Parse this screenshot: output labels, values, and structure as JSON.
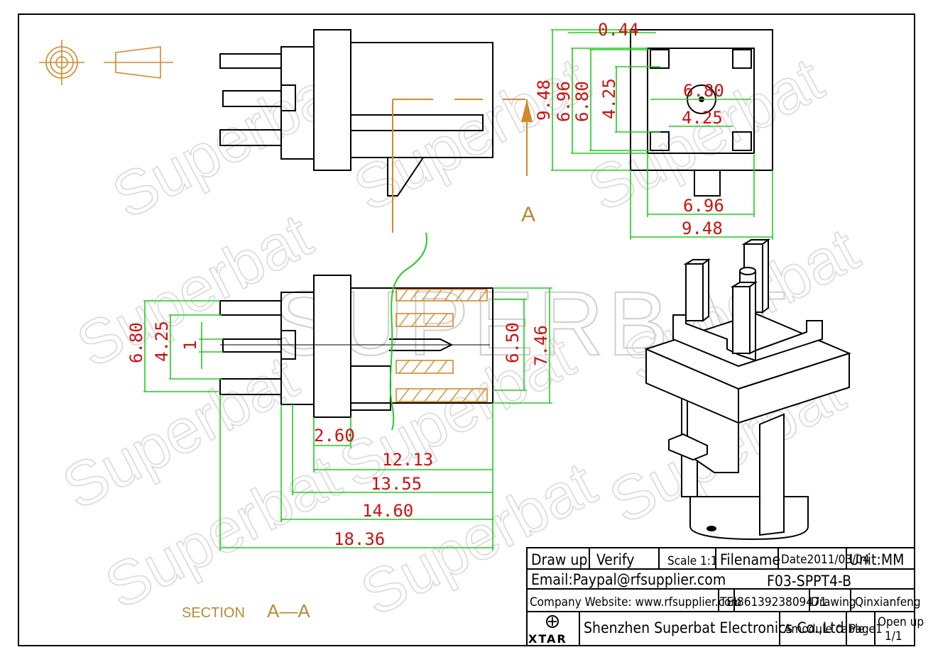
{
  "watermark": {
    "brand_large": "SUPERBAT",
    "brand_small": "Superbat"
  },
  "section_label": {
    "prefix": "SECTION",
    "name": "A—A"
  },
  "view_marker": "A",
  "dimensions": {
    "front_top": "0.44",
    "front_height_outer": "9.48",
    "front_height_696": "6.96",
    "front_height_680": "6.80",
    "front_height_425": "4.25",
    "front_inner_680": "6.80",
    "front_inner_425": "4.25",
    "front_bottom_696": "6.96",
    "front_bottom_948": "9.48",
    "section_left_680": "6.80",
    "section_left_425": "4.25",
    "section_left_1": "1",
    "section_right_650": "6.50",
    "section_right_746": "7.46",
    "section_260": "2.60",
    "section_1213": "12.13",
    "section_1355": "13.55",
    "section_1460": "14.60",
    "section_1836": "18.36"
  },
  "title_block": {
    "draw_up": "Draw up",
    "verify": "Verify",
    "scale": "Scale 1:1",
    "filename_label": "Filename",
    "date": "Date2011/03/04",
    "unit": "Unit:MM",
    "email": "Email:Paypal@rfsupplier.com",
    "part_number": "F03-SPPT4-B",
    "website": "Company Website:  www.rfsupplier.com",
    "tel_label": "TEL",
    "tel": "8613923809471",
    "drawing_label": "Drawing",
    "drawer": "Qinxianfeng",
    "logo_text": "XTAR",
    "company": "Shenzhen Superbat Electronics Co.,Ltd",
    "product": "Amodule cable",
    "page": "Page1",
    "open_up": "Open up",
    "open_up_value": "1/1"
  }
}
